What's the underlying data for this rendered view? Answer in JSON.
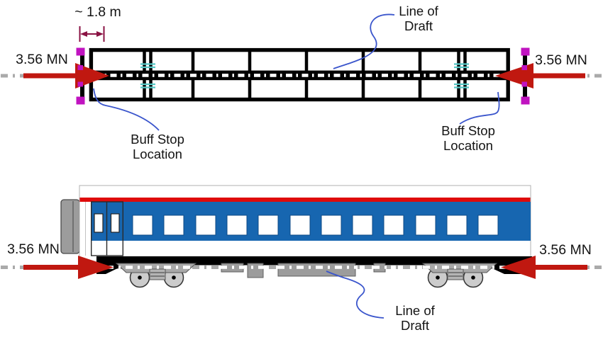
{
  "top_view": {
    "dimension_label": "~ 1.8 m",
    "force_left": "3.56 MN",
    "force_right": "3.56 MN",
    "line_of_draft": "Line of\nDraft",
    "buff_stop_left": "Buff Stop\nLocation",
    "buff_stop_right": "Buff Stop\nLocation"
  },
  "side_view": {
    "force_left": "3.56 MN",
    "force_right": "3.56 MN",
    "line_of_draft": "Line of\nDraft"
  },
  "colors": {
    "force_arrow": "#c01810",
    "dimension": "#8a1243",
    "coupler_marker": "#c013c0",
    "spring_marker": "#55c8c6",
    "leader": "#3a55cc",
    "car_blue": "#1766b0",
    "car_red_stripe": "#df0b0b",
    "underframe_gray": "#9c9c9c",
    "frame_black": "#000000",
    "centerline_gray": "#aaaaaa"
  }
}
